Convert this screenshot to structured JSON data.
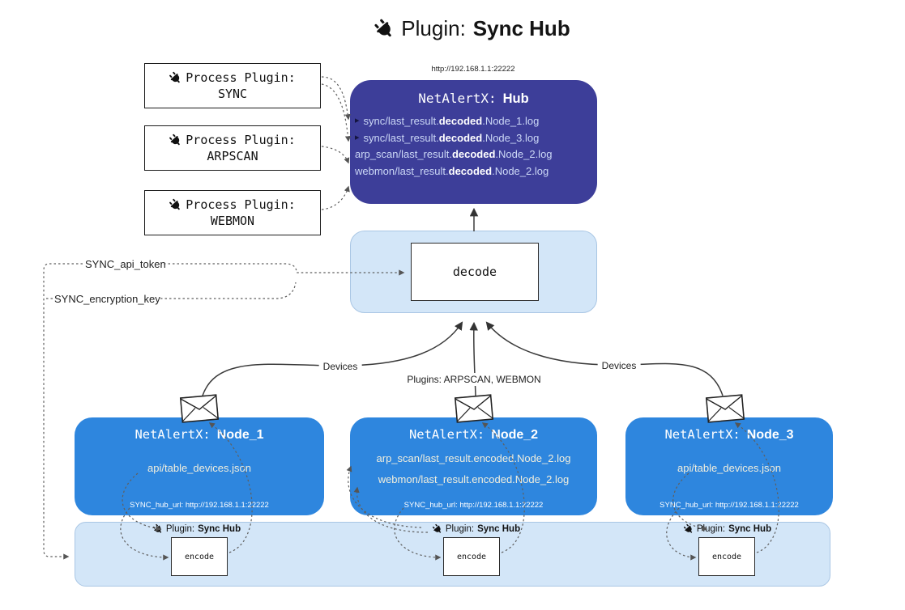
{
  "title": {
    "label": "Plugin:",
    "name": "Sync Hub"
  },
  "process_plugins": [
    {
      "label": "Process Plugin:",
      "name": "SYNC"
    },
    {
      "label": "Process Plugin:",
      "name": "ARPSCAN"
    },
    {
      "label": "Process Plugin:",
      "name": "WEBMON"
    }
  ],
  "hub": {
    "url": "http://192.168.1.1:22222",
    "name_prefix": "NetAlertX:",
    "name": "Hub",
    "logs": [
      {
        "pre": "sync/last_result.",
        "bold": "decoded",
        "post": ".Node_1.log"
      },
      {
        "pre": "sync/last_result.",
        "bold": "decoded",
        "post": ".Node_3.log"
      },
      {
        "pre": "arp_scan/last_result.",
        "bold": "decoded",
        "post": ".Node_2.log"
      },
      {
        "pre": "webmon/last_result.",
        "bold": "decoded",
        "post": ".Node_2.log"
      }
    ]
  },
  "decode": {
    "label": "decode"
  },
  "keys": {
    "api_token": "SYNC_api_token",
    "encryption_key": "SYNC_encryption_key"
  },
  "flows": {
    "left": "Devices",
    "middle": "Plugins: ARPSCAN, WEBMON",
    "right": "Devices"
  },
  "nodes": [
    {
      "name_prefix": "NetAlertX:",
      "name": "Node_1",
      "files": [
        "api/table_devices.json"
      ],
      "hub_url": "SYNC_hub_url: http://192.168.1.1:22222"
    },
    {
      "name_prefix": "NetAlertX:",
      "name": "Node_2",
      "files": [
        "arp_scan/last_result.encoded.Node_2.log",
        "webmon/last_result.encoded.Node_2.log"
      ],
      "hub_url": "SYNC_hub_url: http://192.168.1.1:22222"
    },
    {
      "name_prefix": "NetAlertX:",
      "name": "Node_3",
      "files": [
        "api/table_devices.json"
      ],
      "hub_url": "SYNC_hub_url: http://192.168.1.1:22222"
    }
  ],
  "encoders": [
    {
      "plugin_label": "Plugin:",
      "plugin_name": "Sync Hub",
      "box": "encode"
    },
    {
      "plugin_label": "Plugin:",
      "plugin_name": "Sync Hub",
      "box": "encode"
    },
    {
      "plugin_label": "Plugin:",
      "plugin_name": "Sync Hub",
      "box": "encode"
    }
  ],
  "icons": {
    "plug": "plug-icon",
    "envelope": "envelope-icon",
    "log_arrow": "arrow-right-icon"
  },
  "colors": {
    "hub_bg": "#3d3e99",
    "node_bg": "#2e86de",
    "container_bg": "#d3e6f8",
    "hub_log_text": "#ccd8f6",
    "node_file_text": "#f0eedd",
    "line": "#3a3a3a",
    "dotted": "#5f5f5f"
  }
}
